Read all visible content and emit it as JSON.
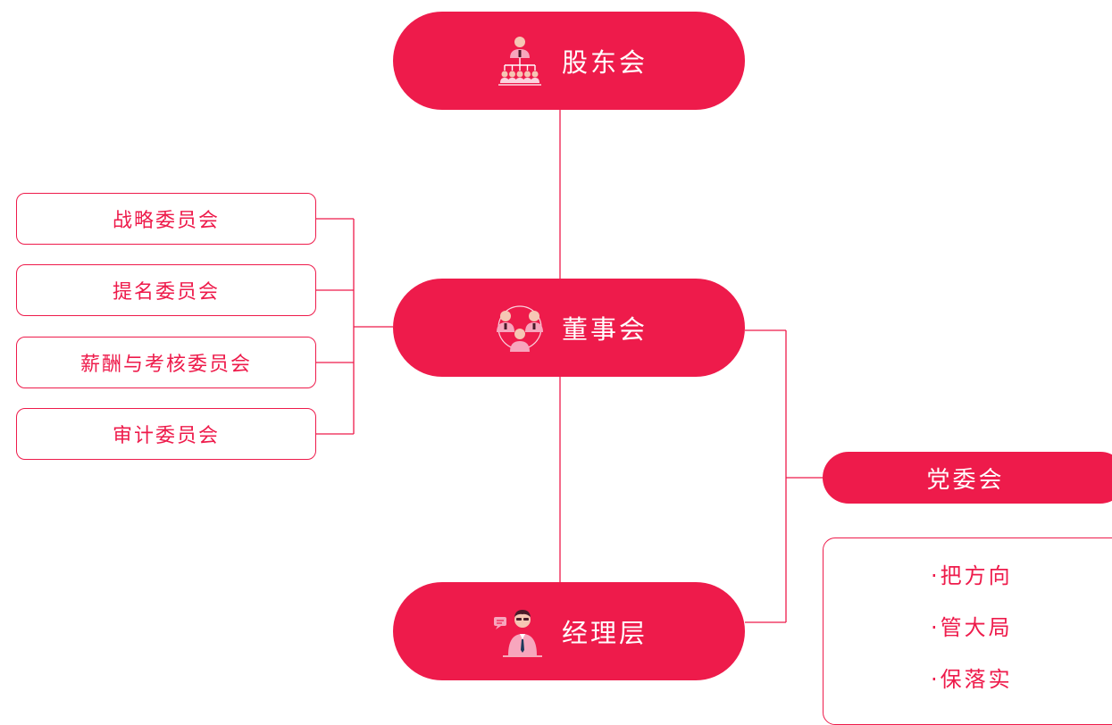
{
  "colors": {
    "accent": "#ee1b4b",
    "background": "#ffffff",
    "text_on_accent": "#ffffff"
  },
  "nodes": {
    "shareholders": {
      "label": "股东会",
      "icon": "hierarchy-people-icon"
    },
    "board": {
      "label": "董事会",
      "icon": "group-people-icon"
    },
    "management": {
      "label": "经理层",
      "icon": "manager-speaking-icon"
    },
    "party_committee": {
      "label": "党委会"
    }
  },
  "committees": [
    {
      "label": "战略委员会"
    },
    {
      "label": "提名委员会"
    },
    {
      "label": "薪酬与考核委员会"
    },
    {
      "label": "审计委员会"
    }
  ],
  "duties": [
    {
      "label": "·把方向"
    },
    {
      "label": "·管大局"
    },
    {
      "label": "·保落实"
    }
  ]
}
